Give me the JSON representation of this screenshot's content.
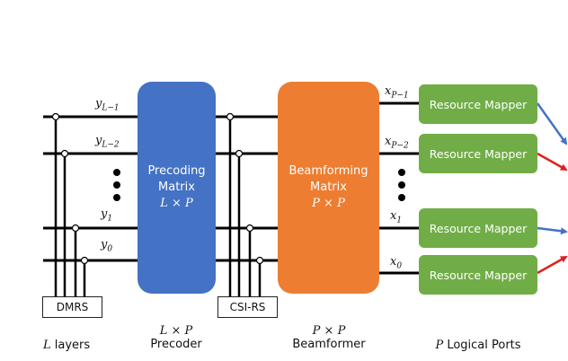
{
  "precoder_block": {
    "line1": "Precoding",
    "line2": "Matrix",
    "dims": "L × P"
  },
  "beamformer_block": {
    "line1": "Beamforming",
    "line2": "Matrix",
    "dims": "P × P"
  },
  "resource_mappers": [
    {
      "label": "Resource Mapper"
    },
    {
      "label": "Resource Mapper"
    },
    {
      "label": "Resource Mapper"
    },
    {
      "label": "Resource Mapper"
    }
  ],
  "reference_signals": {
    "dmrs": "DMRS",
    "csi_rs": "CSI-RS"
  },
  "layer_signals": {
    "y_top": {
      "base": "y",
      "sub": "L−1"
    },
    "y_second": {
      "base": "y",
      "sub": "L−2"
    },
    "y_1": {
      "base": "y",
      "sub": "1"
    },
    "y_0": {
      "base": "y",
      "sub": "0"
    }
  },
  "port_signals": {
    "x_top": {
      "base": "x",
      "sub": "P−1"
    },
    "x_second": {
      "base": "x",
      "sub": "P−2"
    },
    "x_1": {
      "base": "x",
      "sub": "1"
    },
    "x_0": {
      "base": "x",
      "sub": "0"
    }
  },
  "captions": {
    "layers": {
      "math": "L",
      "text": " layers"
    },
    "precoder": {
      "dims": "L × P",
      "text": "Precoder"
    },
    "beamformer": {
      "dims": "P × P",
      "text": "Beamformer"
    },
    "ports": {
      "math": "P",
      "text": " Logical Ports"
    }
  },
  "colors": {
    "precoder": "#4472c4",
    "beamformer": "#ed7d31",
    "resource_mapper": "#70ad47",
    "arrow_blue": "#4472c4",
    "arrow_red": "#e02020"
  }
}
